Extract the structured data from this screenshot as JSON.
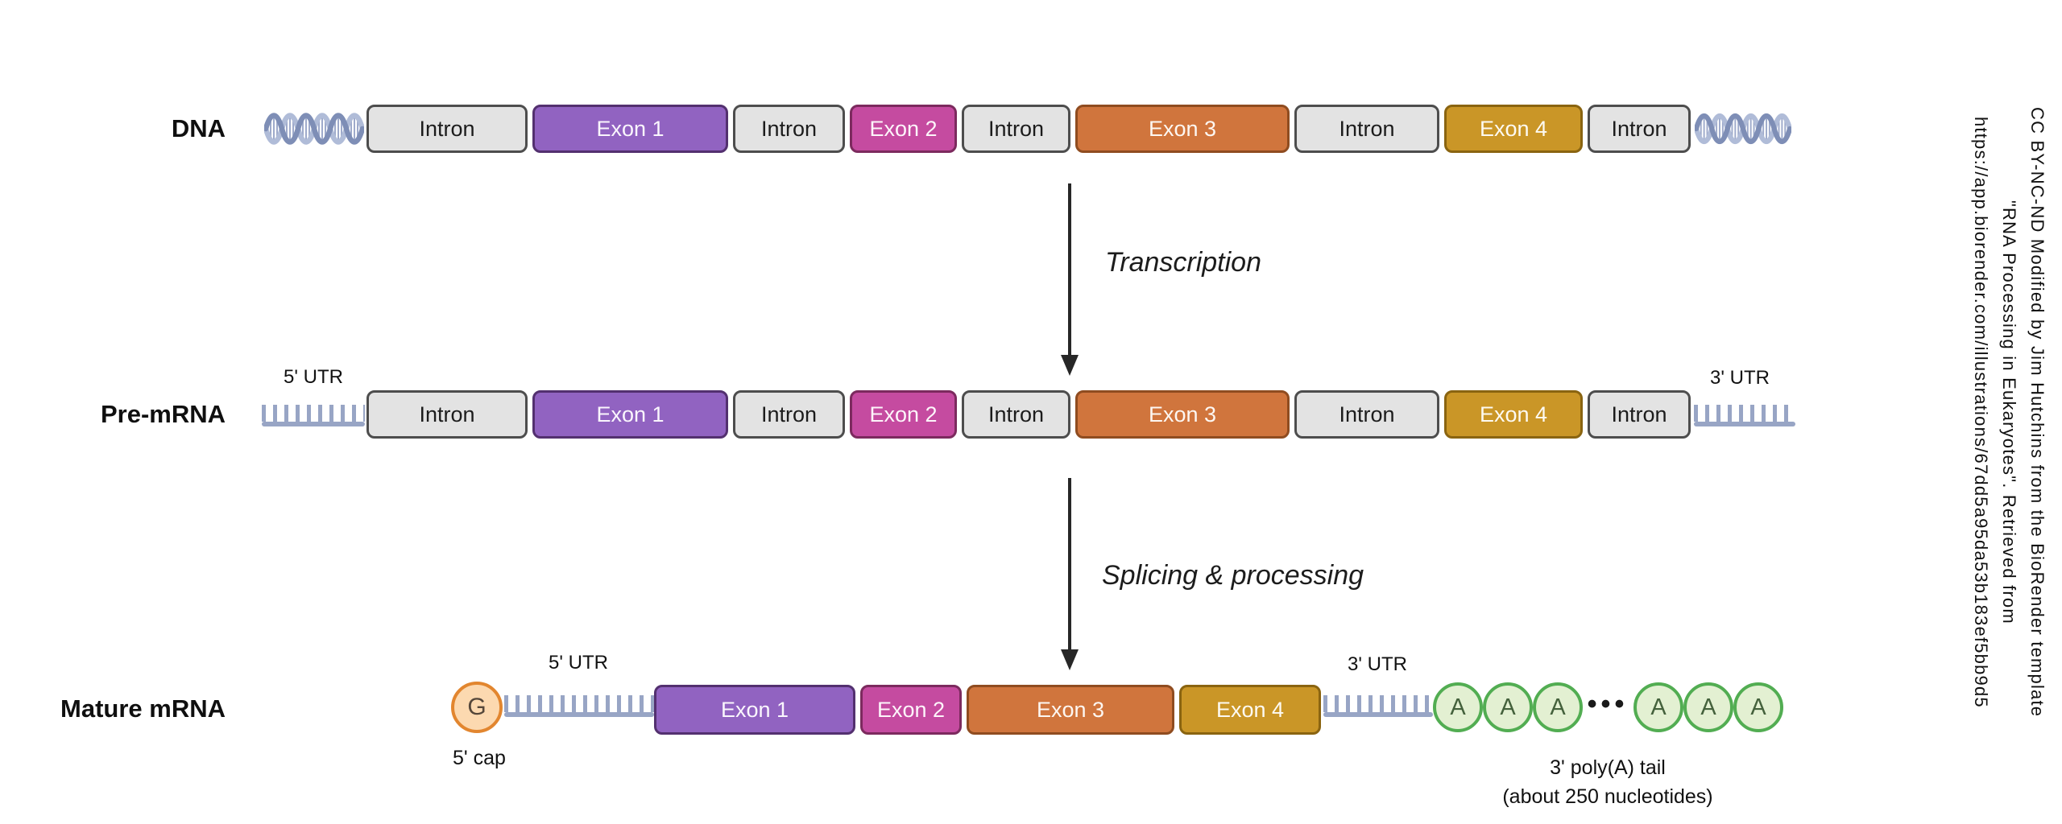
{
  "colors": {
    "intron_fill": "#e3e3e3",
    "intron_border": "#4d4d4d",
    "exon1_fill": "#9163c1",
    "exon1_border": "#53306f",
    "exon2_fill": "#c54ba0",
    "exon2_border": "#7c2a5e",
    "exon3_fill": "#d0753d",
    "exon3_border": "#8f4c20",
    "exon4_fill": "#ca9627",
    "exon4_border": "#8a6410",
    "rna_strand": "#98a5c5",
    "cap_fill": "#fcd9b0",
    "cap_border": "#e2862f",
    "polya_fill": "#e3f0d2",
    "polya_border": "#52ad52",
    "arrow": "#272727"
  },
  "dna": {
    "label": "DNA",
    "segments": [
      {
        "type": "intron",
        "label": "Intron"
      },
      {
        "type": "exon1",
        "label": "Exon 1"
      },
      {
        "type": "intron",
        "label": "Intron"
      },
      {
        "type": "exon2",
        "label": "Exon 2"
      },
      {
        "type": "intron",
        "label": "Intron"
      },
      {
        "type": "exon3",
        "label": "Exon 3"
      },
      {
        "type": "intron",
        "label": "Intron"
      },
      {
        "type": "exon4",
        "label": "Exon 4"
      },
      {
        "type": "intron",
        "label": "Intron"
      }
    ]
  },
  "transcription_arrow": {
    "label": "Transcription"
  },
  "pre_mrna": {
    "label": "Pre-mRNA",
    "utr5_label": "5' UTR",
    "utr3_label": "3' UTR",
    "segments": [
      {
        "type": "intron",
        "label": "Intron"
      },
      {
        "type": "exon1",
        "label": "Exon 1"
      },
      {
        "type": "intron",
        "label": "Intron"
      },
      {
        "type": "exon2",
        "label": "Exon 2"
      },
      {
        "type": "intron",
        "label": "Intron"
      },
      {
        "type": "exon3",
        "label": "Exon 3"
      },
      {
        "type": "intron",
        "label": "Intron"
      },
      {
        "type": "exon4",
        "label": "Exon 4"
      },
      {
        "type": "intron",
        "label": "Intron"
      }
    ]
  },
  "splicing_arrow": {
    "label": "Splicing & processing"
  },
  "mature_mrna": {
    "label": "Mature mRNA",
    "cap_letter": "G",
    "cap_label": "5' cap",
    "utr5_label": "5' UTR",
    "utr3_label": "3' UTR",
    "exons": [
      {
        "type": "exon1",
        "label": "Exon 1"
      },
      {
        "type": "exon2",
        "label": "Exon 2"
      },
      {
        "type": "exon3",
        "label": "Exon 3"
      },
      {
        "type": "exon4",
        "label": "Exon 4"
      }
    ],
    "polya_letters": [
      "A",
      "A",
      "A",
      "A",
      "A",
      "A"
    ],
    "polya_ellipsis": "•••",
    "polya_label": "3' poly(A) tail",
    "polya_sublabel": "(about 250 nucleotides)"
  },
  "attribution": {
    "line1": "CC BY-NC-ND Modified by Jim Hutchins from the BioRender template",
    "line2": "\"RNA Processing in Eukaryotes\". Retrieved from",
    "line3": "https://app.biorender.com/illustrations/67dd5a95da53b183ef5bb9d5"
  }
}
